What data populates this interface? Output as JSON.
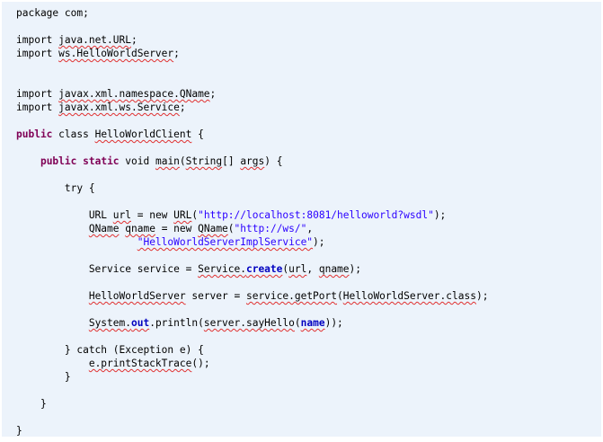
{
  "editor": {
    "lines": [
      [
        {
          "t": "package com;",
          "c": ""
        }
      ],
      [],
      [
        {
          "t": "import ",
          "c": ""
        },
        {
          "t": "java.net.URL",
          "c": "sq"
        },
        {
          "t": ";",
          "c": ""
        }
      ],
      [
        {
          "t": "import ",
          "c": ""
        },
        {
          "t": "ws.HelloWorldServer",
          "c": "sq"
        },
        {
          "t": ";",
          "c": ""
        }
      ],
      [],
      [],
      [
        {
          "t": "import ",
          "c": ""
        },
        {
          "t": "javax.xml.namespace.QName",
          "c": "sq"
        },
        {
          "t": ";",
          "c": ""
        }
      ],
      [
        {
          "t": "import ",
          "c": ""
        },
        {
          "t": "javax.xml.ws.Service",
          "c": "sq"
        },
        {
          "t": ";",
          "c": ""
        }
      ],
      [],
      [
        {
          "t": "public",
          "c": "kw"
        },
        {
          "t": " class ",
          "c": ""
        },
        {
          "t": "HelloWorldClient",
          "c": "sq"
        },
        {
          "t": " {",
          "c": ""
        }
      ],
      [],
      [
        {
          "t": "    ",
          "c": ""
        },
        {
          "t": "public",
          "c": "kw"
        },
        {
          "t": " ",
          "c": ""
        },
        {
          "t": "static",
          "c": "kw"
        },
        {
          "t": " void ",
          "c": ""
        },
        {
          "t": "main",
          "c": "sq"
        },
        {
          "t": "(",
          "c": ""
        },
        {
          "t": "String",
          "c": "sq"
        },
        {
          "t": "[] ",
          "c": ""
        },
        {
          "t": "args",
          "c": "sq"
        },
        {
          "t": ") {",
          "c": ""
        }
      ],
      [],
      [
        {
          "t": "        try {",
          "c": ""
        }
      ],
      [],
      [
        {
          "t": "            URL ",
          "c": ""
        },
        {
          "t": "url",
          "c": "sq"
        },
        {
          "t": " = new ",
          "c": ""
        },
        {
          "t": "URL",
          "c": "sq"
        },
        {
          "t": "(",
          "c": ""
        },
        {
          "t": "\"http://localhost:8081/helloworld?wsdl\"",
          "c": "str"
        },
        {
          "t": ");",
          "c": ""
        }
      ],
      [
        {
          "t": "            ",
          "c": ""
        },
        {
          "t": "QName",
          "c": "sq"
        },
        {
          "t": " ",
          "c": ""
        },
        {
          "t": "qname",
          "c": "sq"
        },
        {
          "t": " = new ",
          "c": ""
        },
        {
          "t": "QName",
          "c": "sq"
        },
        {
          "t": "(",
          "c": ""
        },
        {
          "t": "\"http://ws/\"",
          "c": "str"
        },
        {
          "t": ",",
          "c": ""
        }
      ],
      [
        {
          "t": "                    ",
          "c": ""
        },
        {
          "t": "\"HelloWorldServerImplService\"",
          "c": "str sq"
        },
        {
          "t": ");",
          "c": ""
        }
      ],
      [],
      [
        {
          "t": "            Service service = ",
          "c": ""
        },
        {
          "t": "Service.",
          "c": "sq"
        },
        {
          "t": "create",
          "c": "fld sq"
        },
        {
          "t": "(",
          "c": ""
        },
        {
          "t": "url",
          "c": "sq"
        },
        {
          "t": ", ",
          "c": ""
        },
        {
          "t": "qname",
          "c": "sq"
        },
        {
          "t": ");",
          "c": ""
        }
      ],
      [],
      [
        {
          "t": "            ",
          "c": ""
        },
        {
          "t": "HelloWorldServer",
          "c": "sq"
        },
        {
          "t": " server = ",
          "c": ""
        },
        {
          "t": "service.getPort",
          "c": "sq"
        },
        {
          "t": "(",
          "c": ""
        },
        {
          "t": "HelloWorldServer.class",
          "c": "sq"
        },
        {
          "t": ");",
          "c": ""
        }
      ],
      [],
      [
        {
          "t": "            ",
          "c": ""
        },
        {
          "t": "System.",
          "c": "sq"
        },
        {
          "t": "out",
          "c": "fld sq"
        },
        {
          "t": ".println(",
          "c": ""
        },
        {
          "t": "server.sayHello",
          "c": "sq"
        },
        {
          "t": "(",
          "c": ""
        },
        {
          "t": "name",
          "c": "fld sq"
        },
        {
          "t": "));",
          "c": ""
        }
      ],
      [],
      [
        {
          "t": "        } catch (Exception e) {",
          "c": ""
        }
      ],
      [
        {
          "t": "            ",
          "c": ""
        },
        {
          "t": "e.printStackTrace",
          "c": "sq"
        },
        {
          "t": "();",
          "c": ""
        }
      ],
      [
        {
          "t": "        }",
          "c": ""
        }
      ],
      [],
      [
        {
          "t": "    }",
          "c": ""
        }
      ],
      [],
      [
        {
          "t": "}",
          "c": ""
        }
      ]
    ]
  }
}
